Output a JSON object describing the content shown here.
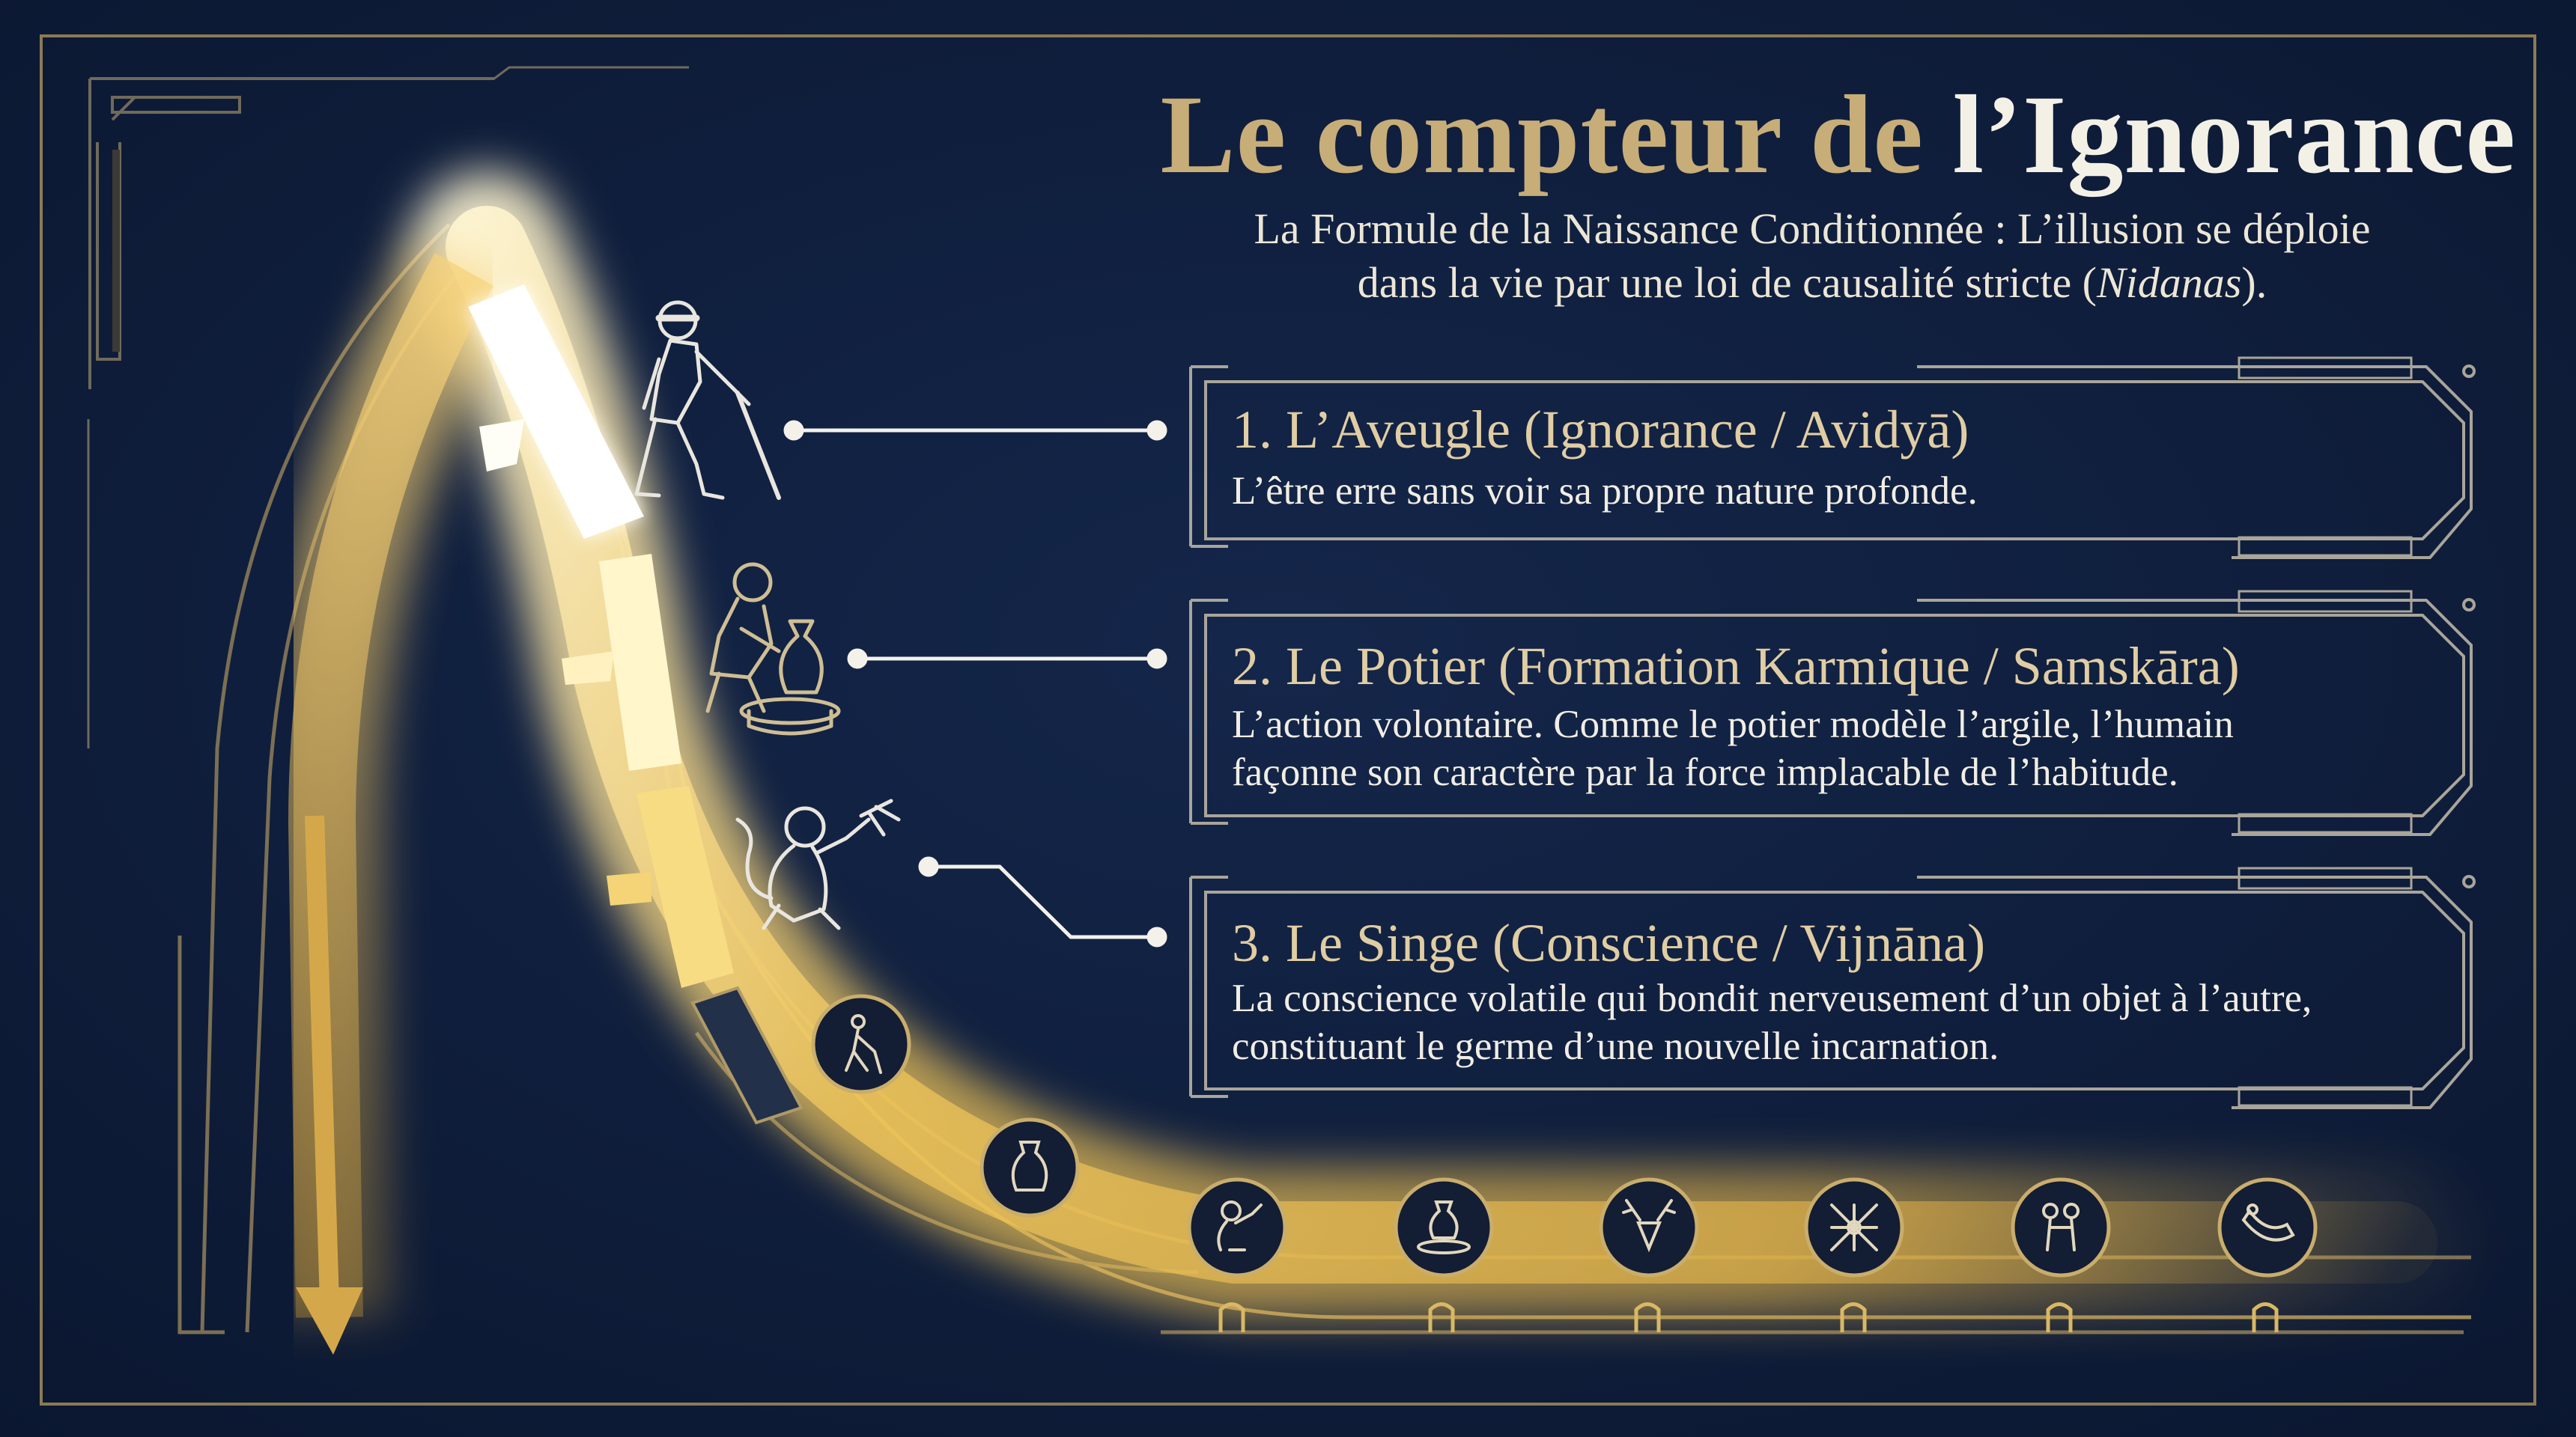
{
  "title": {
    "part1": "Le compteur de ",
    "part2": "l’Ignorance"
  },
  "subtitle": {
    "line1": "La Formule de la Naissance Conditionnée : L’illusion se déploie",
    "line2_pre": "dans la vie par une loi de causalité stricte (",
    "line2_term": "Nidanas",
    "line2_post": ")."
  },
  "cards": [
    {
      "title": "1. L’Aveugle (Ignorance / Avidyā)",
      "desc": "L’être erre sans voir sa propre nature profonde.",
      "figure": "blind-man-icon"
    },
    {
      "title": "2. Le Potier (Formation Karmique / Samskāra)",
      "desc_lines": [
        "L’action volontaire. Comme le potier modèle l’argile, l’humain",
        "façonne son caractère par la force implacable de l’habitude."
      ],
      "figure": "potter-icon"
    },
    {
      "title": "3. Le Singe (Conscience / Vijnāna)",
      "desc_lines": [
        "La conscience volatile qui bondit nerveusement d’un objet à l’autre,",
        "constituant le germe d’une nouvelle incarnation."
      ],
      "figure": "monkey-icon"
    }
  ],
  "cycle_medallions": [
    "blind-man-icon",
    "vase-icon",
    "monkey-icon",
    "potter-wheel-icon",
    "stag-head-icon",
    "crossed-arrows-icon",
    "lovers-icon",
    "drinking-horn-icon"
  ],
  "colors": {
    "background": "#0e1b33",
    "gold": "#c7ad78",
    "gold_bright": "#f5d77a",
    "glow_white": "#fffdf3",
    "text_light": "#ece6d6"
  }
}
